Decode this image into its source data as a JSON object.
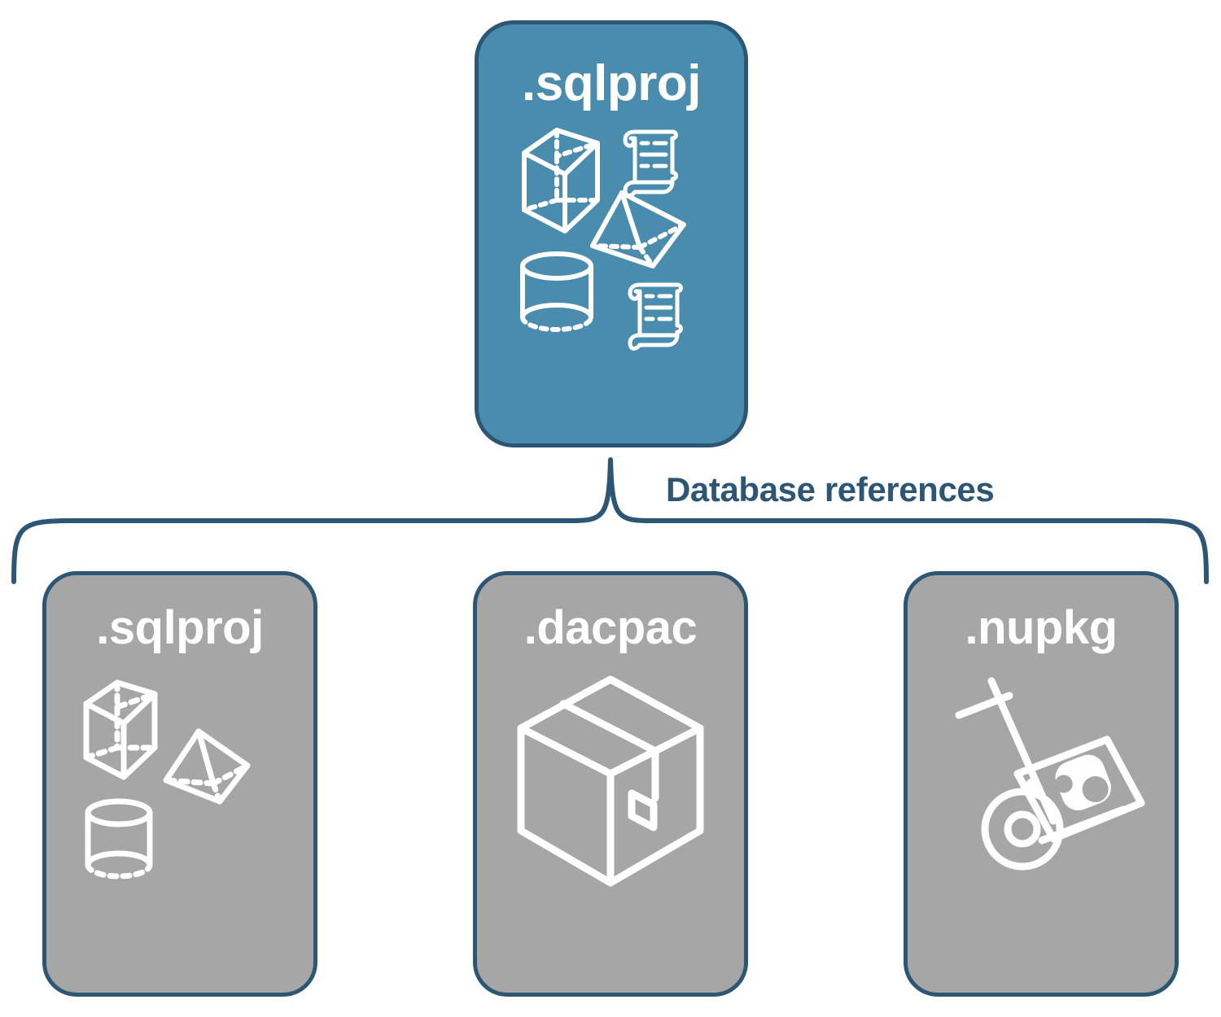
{
  "diagram": {
    "title_bracket_label": "Database references",
    "colors": {
      "card_primary_fill": "#4a8cad",
      "card_secondary_fill": "#a6a6a6",
      "stroke": "#2d5675",
      "icon_stroke": "#ffffff",
      "background": "#ffffff"
    },
    "root_node": {
      "label": ".sqlproj",
      "icons": [
        "cube-icon",
        "pyramid-icon",
        "cylinder-icon",
        "scroll-icon",
        "scroll-icon"
      ]
    },
    "reference_nodes": [
      {
        "label": ".sqlproj",
        "icons": [
          "cube-icon",
          "pyramid-icon",
          "cylinder-icon"
        ]
      },
      {
        "label": ".dacpac",
        "icons": [
          "package-box-icon"
        ]
      },
      {
        "label": ".nupkg",
        "icons": [
          "hand-truck-package-icon"
        ]
      }
    ]
  }
}
